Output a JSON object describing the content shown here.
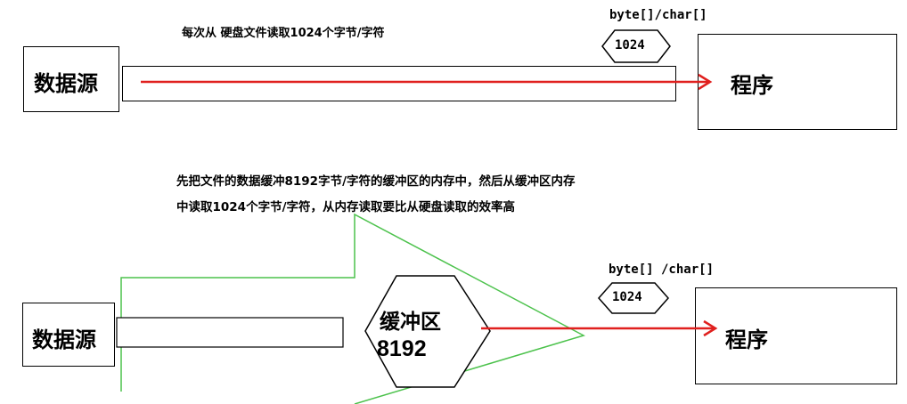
{
  "top": {
    "note": "每次从 硬盘文件读取1024个字节/字符",
    "source_label": "数据源",
    "program_label": "程序",
    "type_label": "byte[]/char[]",
    "size_label": "1024"
  },
  "bottom": {
    "note_line1": "先把文件的数据缓冲8192字节/字符的缓冲区的内存中，然后从缓冲区内存",
    "note_line2": "中读取1024个字节/字符，从内存读取要比从硬盘读取的效率高",
    "source_label": "数据源",
    "program_label": "程序",
    "type_label": "byte[] /char[]",
    "size_label": "1024",
    "buffer_label": "缓冲区",
    "buffer_size": "8192"
  },
  "colors": {
    "arrow": "#e0201e",
    "outline": "#4cc24c",
    "stroke": "#000000"
  }
}
